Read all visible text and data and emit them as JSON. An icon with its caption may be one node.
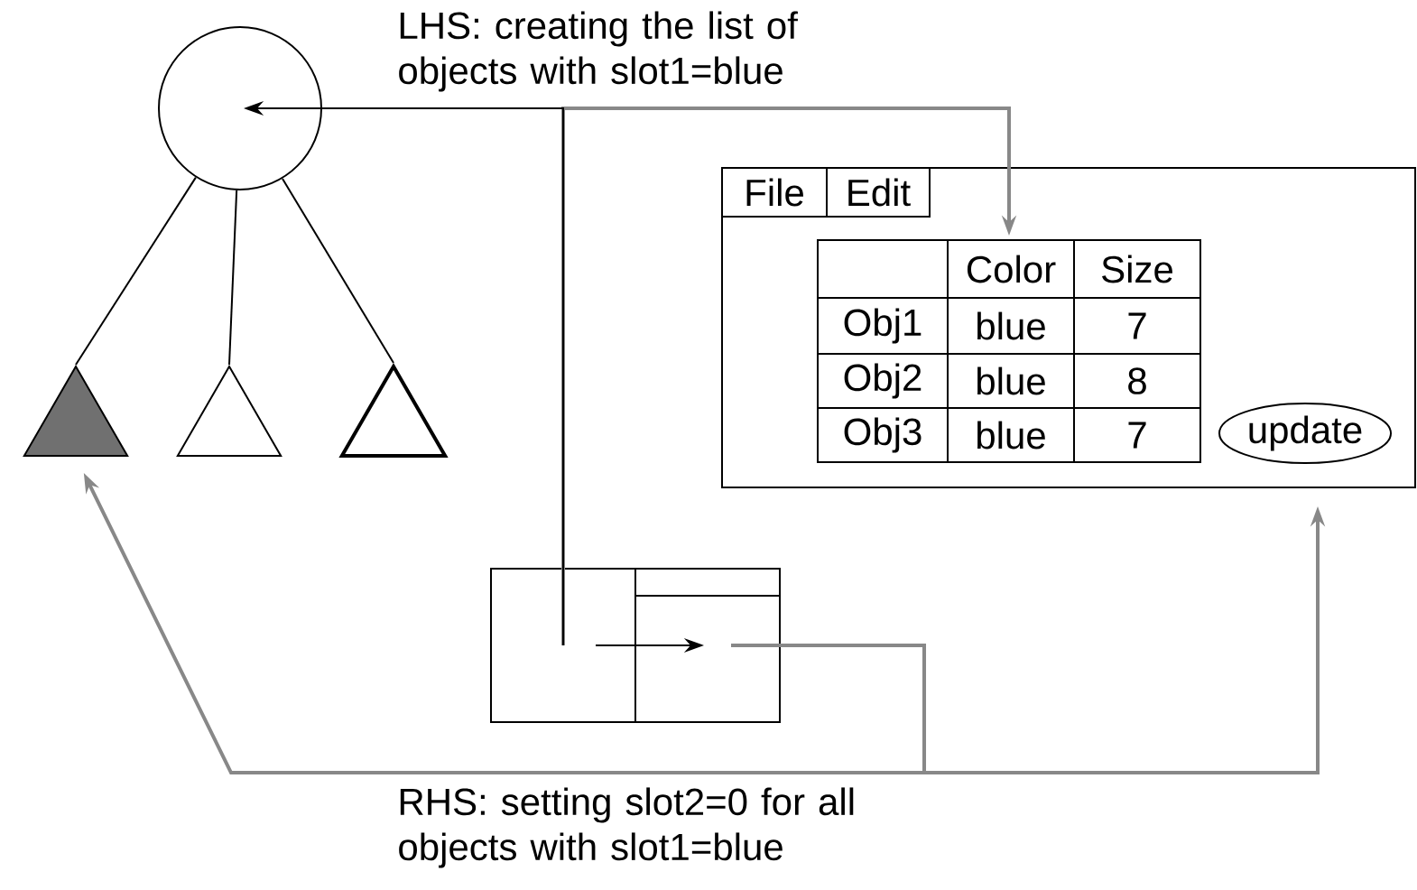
{
  "diagram": {
    "nodes": [
      {
        "text": [],
        "shape": "circle"
      },
      {
        "text": [],
        "shape": "triangle"
      },
      {
        "text": [],
        "shape": "triangle"
      },
      {
        "text": [],
        "shape": "triangle"
      },
      {
        "text": [],
        "shape": "box"
      },
      {
        "text": [
          "File"
        ],
        "in": 4
      },
      {
        "text": [
          "Edit"
        ],
        "in": 4
      },
      {
        "text": [],
        "shape": "box",
        "in": 4
      },
      {
        "text": [
          "update"
        ],
        "in": 4
      },
      {
        "text": [],
        "shape": "box"
      },
      {
        "text": [],
        "shape": "box",
        "in": 9
      },
      {
        "text": [],
        "shape": "box",
        "in": 9
      }
    ],
    "edges": [
      {
        "from": 0,
        "to": 1,
        "arrow": "none"
      },
      {
        "from": 0,
        "to": 2,
        "arrow": "none"
      },
      {
        "from": 0,
        "to": 3,
        "arrow": "none"
      },
      {
        "from": 10,
        "to": 7,
        "arrow": "to",
        "color": "#888888"
      },
      {
        "from": 10,
        "to": 0,
        "arrow": "to"
      },
      {
        "from": 10,
        "to": 11,
        "arrow": "to"
      },
      {
        "from": 11,
        "to": 1,
        "arrow": "to",
        "color": "#888888"
      },
      {
        "from": 11,
        "to": 4,
        "arrow": "to",
        "color": "#888888"
      }
    ],
    "labels": [
      "LHS: creating the list of objects with slot1=blue",
      "RHS: setting slot2=0 for all objects with slot1=blue",
      "Color",
      "Size",
      "Obj1",
      "blue",
      "7",
      "Obj2",
      "blue",
      "8",
      "Obj3",
      "blue",
      "7"
    ]
  }
}
